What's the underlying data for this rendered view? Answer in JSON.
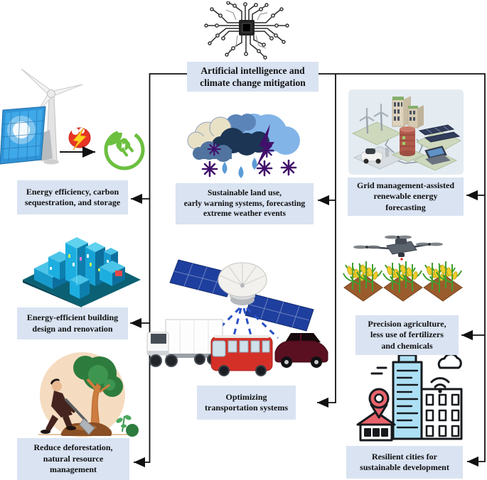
{
  "title_box": {
    "label": "Artificial intelligence and\nclimate change mitigation"
  },
  "boxes": {
    "energy": {
      "label": "Energy efficiency, carbon\nsequestration, and storage"
    },
    "building": {
      "label": "Energy-efficient building\ndesign and renovation"
    },
    "deforestation": {
      "label": "Reduce deforestation,\nnatural resource\nmanagement"
    },
    "landuse": {
      "label": "Sustainable land use,\nearly warning systems, forecasting\nextreme weather events"
    },
    "transport": {
      "label": "Optimizing\ntransportation systems"
    },
    "grid": {
      "label": "Grid management-assisted\nrenewable energy\nforecasting"
    },
    "agriculture": {
      "label": "Precision agriculture,\nless use of fertilizers\nand chemicals"
    },
    "cities": {
      "label": "Resilient cities for\nsustainable development"
    }
  },
  "illustrations": [
    "ai-circuit-brain-icon",
    "wind-turbine-icon",
    "solar-panel-icon",
    "power-burst-icon",
    "clean-energy-plug-icon",
    "storm-clouds-icon",
    "smart-grid-icon",
    "city-buildings-icon",
    "satellite-icon",
    "truck-icon",
    "bus-icon",
    "car-icon",
    "drone-icon",
    "corn-field-icon",
    "tree-planting-icon",
    "smart-city-icon"
  ],
  "colors": {
    "label_box_fill": "#d9e3f2",
    "connector_line": "#111111",
    "accent_green": "#6cbf3f",
    "accent_red": "#e83425",
    "storm_purple": "#42106b",
    "signal_blue": "#2a50c8",
    "building_blue": "#1daee0"
  }
}
